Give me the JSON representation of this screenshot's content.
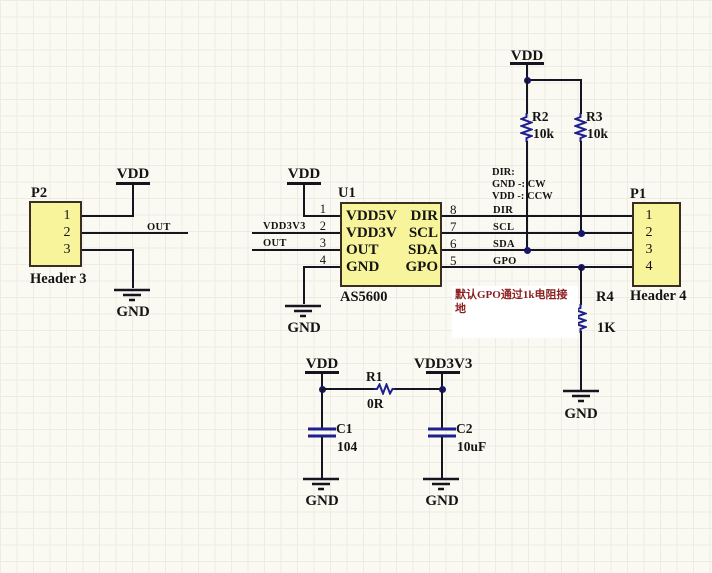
{
  "colors": {
    "background": "#FBFAF2",
    "grid_line": "#DADAD2",
    "part_fill": "#F7F49B",
    "part_border": "#3A2E22",
    "wire": "#15151F",
    "symbol_blue": "#1F1F8F",
    "note_text": "#8B1F1F",
    "note_bg": "#FFFFFF"
  },
  "power": {
    "vdd": "VDD",
    "vdd3v3": "VDD3V3",
    "gnd": "GND"
  },
  "nets": {
    "out": "OUT",
    "vdd3v3": "VDD3V3",
    "dir": "DIR",
    "scl": "SCL",
    "sda": "SDA",
    "gpo": "GPO"
  },
  "u1": {
    "ref": "U1",
    "part": "AS5600",
    "left_pins": [
      {
        "num": "1",
        "name": "VDD5V"
      },
      {
        "num": "2",
        "name": "VDD3V"
      },
      {
        "num": "3",
        "name": "OUT"
      },
      {
        "num": "4",
        "name": "GND"
      }
    ],
    "right_pins": [
      {
        "num": "8",
        "name": "DIR"
      },
      {
        "num": "7",
        "name": "SCL"
      },
      {
        "num": "6",
        "name": "SDA"
      },
      {
        "num": "5",
        "name": "GPO"
      }
    ]
  },
  "p1": {
    "ref": "P1",
    "type": "Header 4",
    "pins": [
      "1",
      "2",
      "3",
      "4"
    ]
  },
  "p2": {
    "ref": "P2",
    "type": "Header 3",
    "pins": [
      "1",
      "2",
      "3"
    ]
  },
  "r1": {
    "ref": "R1",
    "value": "0R"
  },
  "r2": {
    "ref": "R2",
    "value": "10k"
  },
  "r3": {
    "ref": "R3",
    "value": "10k"
  },
  "r4": {
    "ref": "R4",
    "value": "1K"
  },
  "c1": {
    "ref": "C1",
    "value": "104"
  },
  "c2": {
    "ref": "C2",
    "value": "10uF"
  },
  "notes": {
    "dir_note": {
      "line1": "DIR:",
      "line2": "GND -: CW",
      "line3": "VDD -: CCW"
    },
    "gpo_note": {
      "line1": "默认GPO通过1k电阻接",
      "line2": "地"
    }
  }
}
